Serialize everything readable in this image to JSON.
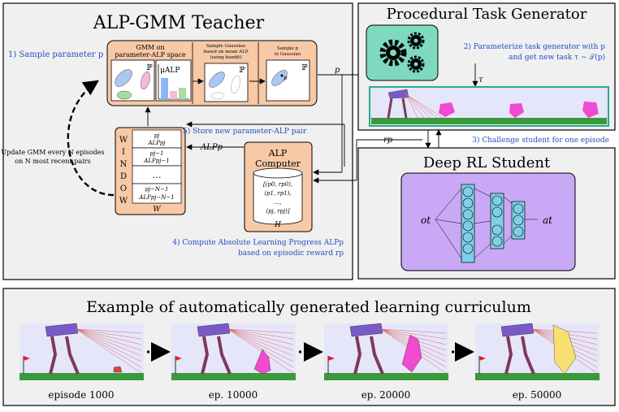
{
  "teacher": {
    "title": "ALP-GMM Teacher",
    "step1": "1) Sample parameter p",
    "gmm_line1": "GMM on",
    "gmm_line2": "parameter-ALP space",
    "mu_label": "μALP",
    "sample_gauss_l1": "Sample Gaussian",
    "sample_gauss_l2": "based on mean ALP",
    "sample_gauss_l3": "(using bandit)",
    "sample_p_l1": "Sample p",
    "sample_p_l2": "in Gaussian",
    "p_small": "p",
    "space_symbol": "ℙ",
    "window_letters": [
      "W",
      "I",
      "N",
      "D",
      "O",
      "W"
    ],
    "window_cells": [
      {
        "line1": "pj",
        "line2": "ALPpj"
      },
      {
        "line1": "pj−1",
        "line2": "ALPpj−1"
      },
      {
        "line1": "…",
        "line2": ""
      },
      {
        "line1": "pj−N−1",
        "line2": "ALPpj−N−1"
      }
    ],
    "window_symbol": "W",
    "alp_computer_l1": "ALP",
    "alp_computer_l2": "Computer",
    "history": [
      "[(p0, rp0),",
      "(p1, rp1),",
      "...,",
      "(pj, rpj)]"
    ],
    "history_symbol": "H",
    "update_l1": "Update GMM every N episodes",
    "update_l2": "on N most recent pairs",
    "step5": "5) Store new parameter-ALP pair",
    "alp_p": "ALPp",
    "step4_l1": "4) Compute Absolute Learning Progress ALPp",
    "step4_l2": "based on episodic reward rp"
  },
  "generator": {
    "title": "Procedural Task Generator",
    "step2_l1": "2) Parameterize task generator with p",
    "step2_l2": "and get new task τ ∼ 𝒯(p)",
    "tau": "τ",
    "p_label": "p"
  },
  "student": {
    "title": "Deep RL Student",
    "step3": "3) Challenge student for one episode",
    "rp": "rp",
    "input": "ot",
    "output": "at"
  },
  "curriculum": {
    "title": "Example of automatically generated learning curriculum",
    "episodes": [
      "episode 1000",
      "ep. 10000",
      "ep. 20000",
      "ep. 50000"
    ]
  },
  "colors": {
    "panel_bg": "#f0f0f0",
    "orange": "#f8c9a6",
    "teal": "#7fd9c0",
    "purple": "#c9a8f5",
    "blue_text": "#2050c0",
    "sky": "#e6e6fa",
    "ground": "#3a9a3a"
  }
}
